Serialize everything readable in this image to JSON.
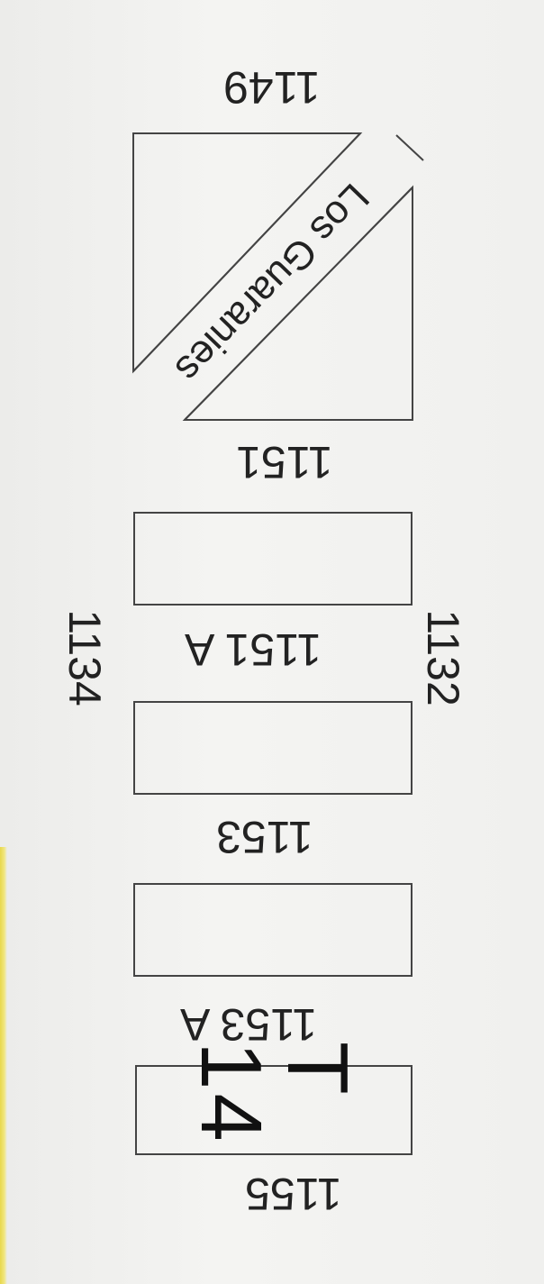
{
  "map": {
    "block_labels": {
      "b1149": "1149",
      "b1151": "1151",
      "b1151a": "1151 A",
      "b1153": "1153",
      "b1153a": "1153 A",
      "b1155": "1155"
    },
    "street_numbers": {
      "left": "1134",
      "right": "1132"
    },
    "street_name": "Los Guaranies",
    "tower_label": "T 14"
  }
}
